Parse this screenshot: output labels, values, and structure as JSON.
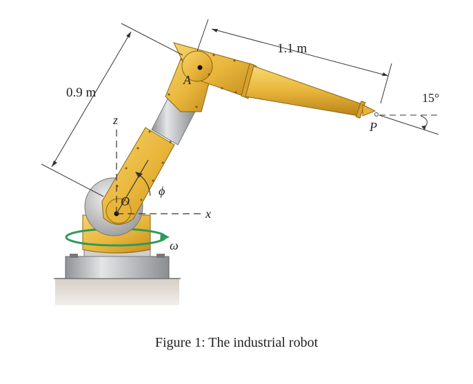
{
  "figure": {
    "caption": "Figure 1: The industrial robot",
    "labels": {
      "dim_upper": "1.1 m",
      "dim_lower": "0.9 m",
      "angle_tip": "15°",
      "point_a": "A",
      "point_o": "O",
      "point_p": "P",
      "axis_z": "z",
      "axis_x": "x",
      "angle_phi": "ϕ",
      "omega": "ω"
    },
    "colors": {
      "arm": "#e8b53a",
      "arm_dark": "#c48d1f",
      "joint_silver": "#c9c9c9",
      "base_steel": "#a9acb0",
      "ground": "#bfb7ad",
      "rotation_ring": "#2e9a5a"
    }
  }
}
